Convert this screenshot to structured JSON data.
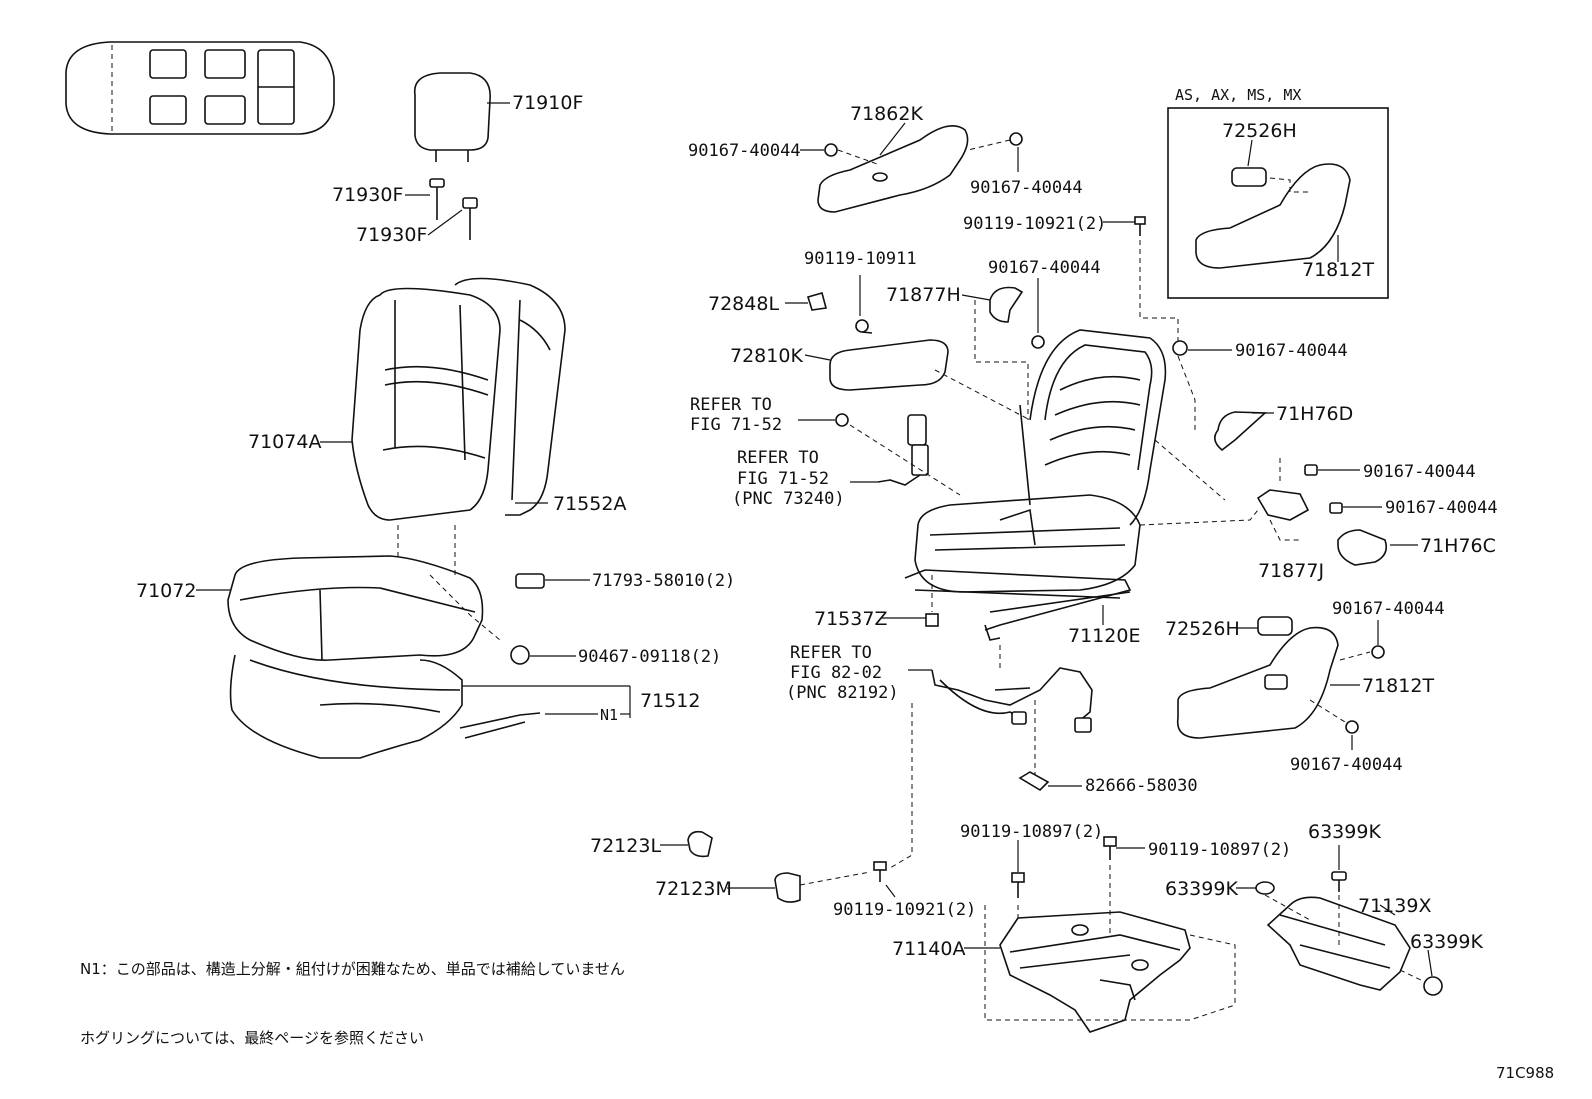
{
  "diagram_code": "71C988",
  "option_box_title": "AS, AX, MS, MX",
  "callouts": [
    {
      "id": "c71910f",
      "text": "71910F"
    },
    {
      "id": "c71930f_a",
      "text": "71930F"
    },
    {
      "id": "c71930f_b",
      "text": "71930F"
    },
    {
      "id": "c71074a",
      "text": "71074A"
    },
    {
      "id": "c71552a",
      "text": "71552A"
    },
    {
      "id": "c71072",
      "text": "71072"
    },
    {
      "id": "c71793",
      "text": "71793-58010(2)"
    },
    {
      "id": "c90467",
      "text": "90467-09118(2)"
    },
    {
      "id": "c71512",
      "text": "71512"
    },
    {
      "id": "cn1",
      "text": "N1"
    },
    {
      "id": "c71862k",
      "text": "71862K"
    },
    {
      "id": "c90167_a",
      "text": "90167-40044"
    },
    {
      "id": "c90167_b",
      "text": "90167-40044"
    },
    {
      "id": "c90119_10921_a",
      "text": "90119-10921(2)"
    },
    {
      "id": "c90119_10911",
      "text": "90119-10911"
    },
    {
      "id": "c90167_c",
      "text": "90167-40044"
    },
    {
      "id": "c72848l",
      "text": "72848L"
    },
    {
      "id": "c71877h",
      "text": "71877H"
    },
    {
      "id": "c72810k",
      "text": "72810K"
    },
    {
      "id": "c90167_d",
      "text": "90167-40044"
    },
    {
      "id": "crefer_1",
      "text": "REFER TO"
    },
    {
      "id": "cfig_1",
      "text": "FIG 71-52"
    },
    {
      "id": "crefer_2",
      "text": "REFER TO"
    },
    {
      "id": "cfig_2",
      "text": "FIG 71-52"
    },
    {
      "id": "cpnc_1",
      "text": "(PNC 73240)"
    },
    {
      "id": "c71h76d",
      "text": "71H76D"
    },
    {
      "id": "c90167_e",
      "text": "90167-40044"
    },
    {
      "id": "c90167_f",
      "text": "90167-40044"
    },
    {
      "id": "c71h76c",
      "text": "71H76C"
    },
    {
      "id": "c71877j",
      "text": "71877J"
    },
    {
      "id": "c71537z",
      "text": "71537Z"
    },
    {
      "id": "c71120e",
      "text": "71120E"
    },
    {
      "id": "c72526h_a",
      "text": "72526H"
    },
    {
      "id": "c90167_g",
      "text": "90167-40044"
    },
    {
      "id": "c71812t_b",
      "text": "71812T"
    },
    {
      "id": "c90167_h",
      "text": "90167-40044"
    },
    {
      "id": "crefer_3",
      "text": "REFER TO"
    },
    {
      "id": "cfig_3",
      "text": "FIG 82-02"
    },
    {
      "id": "cpnc_2",
      "text": "(PNC 82192)"
    },
    {
      "id": "c82666",
      "text": "82666-58030"
    },
    {
      "id": "c72123l",
      "text": "72123L"
    },
    {
      "id": "c72123m",
      "text": "72123M"
    },
    {
      "id": "c90119_10921_b",
      "text": "90119-10921(2)"
    },
    {
      "id": "c90119_10897_a",
      "text": "90119-10897(2)"
    },
    {
      "id": "c90119_10897_b",
      "text": "90119-10897(2)"
    },
    {
      "id": "c71140a",
      "text": "71140A"
    },
    {
      "id": "c63399k_a",
      "text": "63399K"
    },
    {
      "id": "c63399k_b",
      "text": "63399K"
    },
    {
      "id": "c71139x",
      "text": "71139X"
    },
    {
      "id": "c63399k_c",
      "text": "63399K"
    },
    {
      "id": "c72526h_b",
      "text": "72526H"
    },
    {
      "id": "c71812t_a",
      "text": "71812T"
    }
  ],
  "notes": {
    "n1": "N1：この部品は、構造上分解・組付けが困難なため、単品では補給していません",
    "holing": "ホグリングについては、最終ページを参照ください"
  }
}
